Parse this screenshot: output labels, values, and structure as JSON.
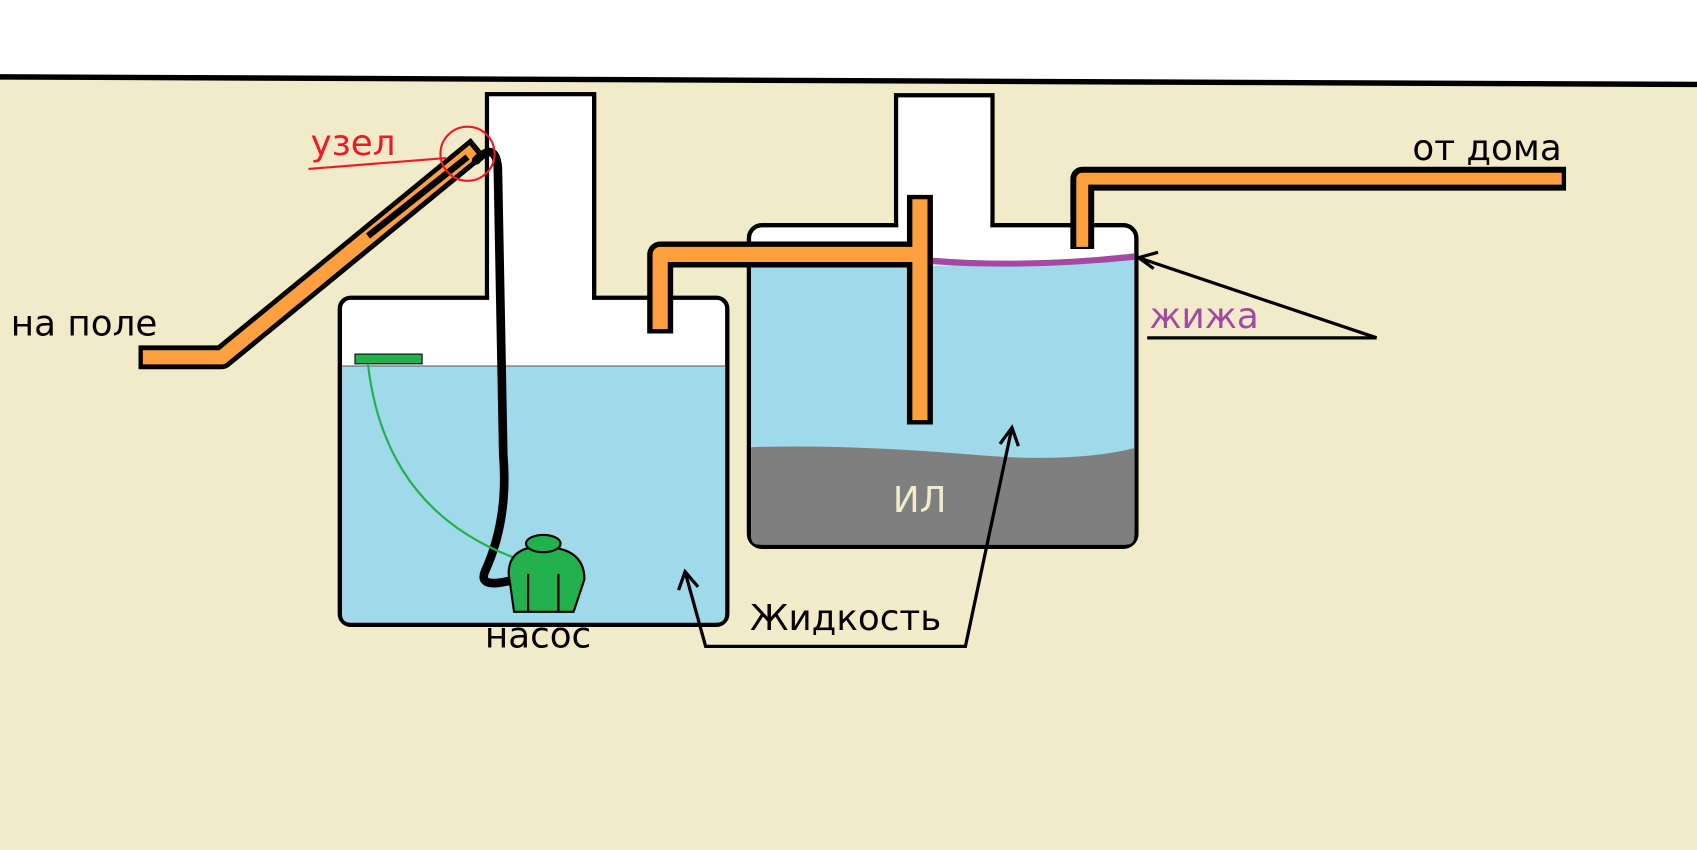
{
  "labels": {
    "to_field": "на поле",
    "from_house": "от дома",
    "joint": "узел",
    "scum": "жижа",
    "sludge": "ИЛ",
    "liquid": "Жидкость",
    "pump": "насос"
  },
  "colors": {
    "soil": "#f2ebca",
    "water": "#9fd9ea",
    "sludge": "#7f7f7f",
    "pipe": "#ffa040",
    "pump": "#22b14c",
    "scum": "#a349a4",
    "joint": "#ed1c24"
  }
}
